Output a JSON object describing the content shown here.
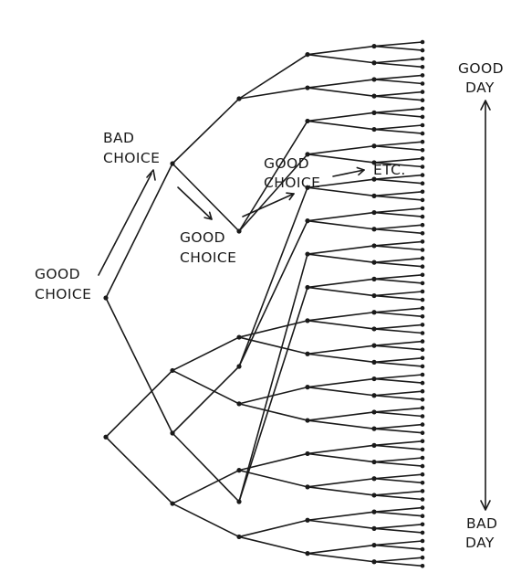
{
  "labels": {
    "root_line1": "GOOD",
    "root_line2": "CHOICE",
    "bad_line1": "BAD",
    "bad_line2": "CHOICE",
    "good2_line1": "GOOD",
    "good2_line2": "CHOICE",
    "good3_line1": "GOOD",
    "good3_line2": "CHOICE",
    "etc": "ETC.",
    "good_day_line1": "GOOD",
    "good_day_line2": "DAY",
    "bad_day_line1": "BAD",
    "bad_day_line2": "DAY"
  },
  "colors": {
    "ink": "#1a1a1a",
    "background": "#ffffff"
  }
}
